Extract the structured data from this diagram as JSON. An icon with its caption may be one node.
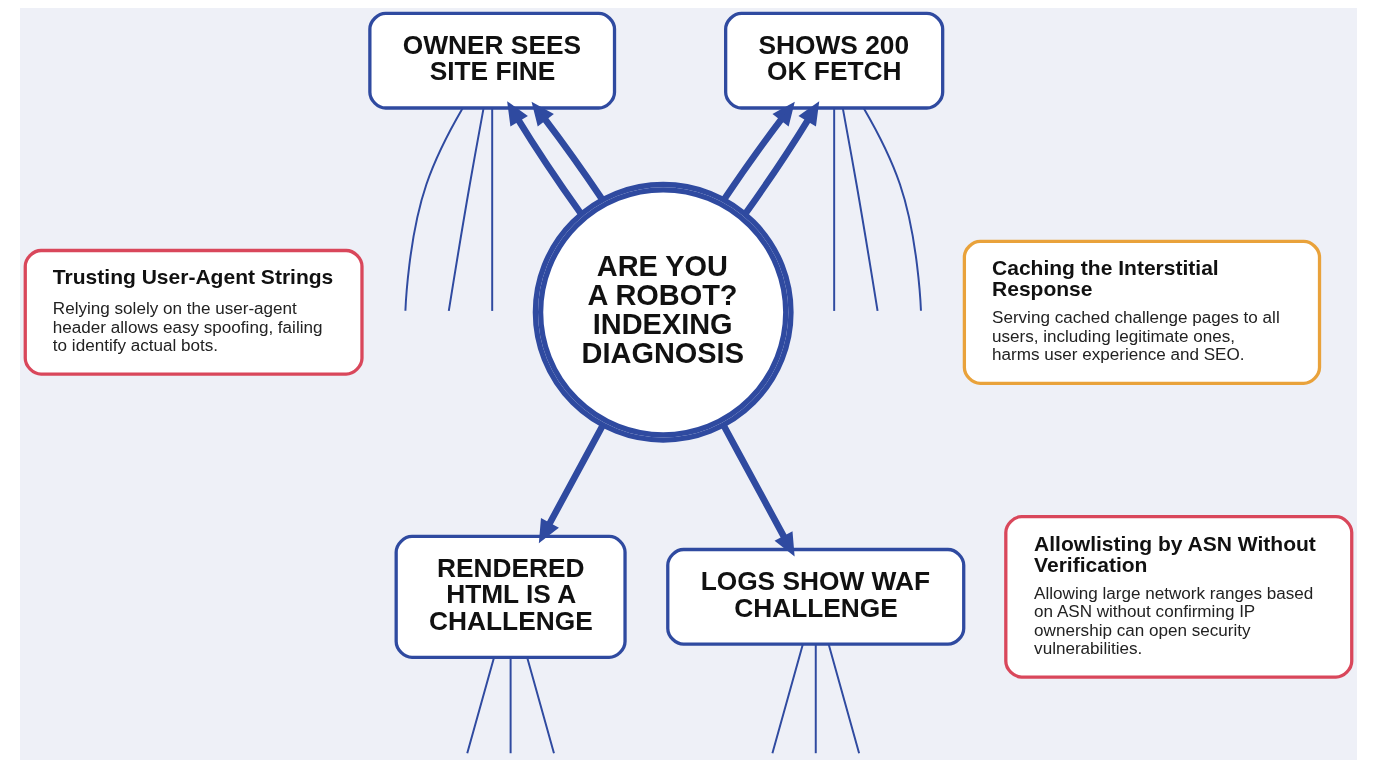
{
  "diagram": {
    "nodes": [
      {
        "text": [
          "OWNER SEES SITE FINE"
        ]
      },
      {
        "text": [
          "SHOWS 200 OK FETCH"
        ]
      },
      {
        "text": [
          "Trusting User-Agent Strings",
          "Relying solely on the user-agent header allows easy spoofing, failing to identify actual bots."
        ]
      },
      {
        "text": [
          "ARE YOU A ROBOT? INDEXING DIAGNOSIS"
        ]
      },
      {
        "text": [
          "Caching the Interstitial Response",
          "Serving cached challenge pages to all users, including legitimate ones, harms user experience and SEO."
        ]
      },
      {
        "text": [
          "RENDERED HTML IS A CHALLENGE"
        ]
      },
      {
        "text": [
          "LOGS SHOW WAF CHALLENGE"
        ]
      },
      {
        "text": [
          "Allowlisting by ASN Without Verification",
          "Allowing large network ranges based on ASN without confirming IP ownership can open security vulnerabilities."
        ]
      }
    ],
    "edges": [
      {
        "from": 3,
        "to": 0,
        "arrow": "to",
        "style": "thick"
      },
      {
        "from": 3,
        "to": 0,
        "arrow": "to",
        "style": "thick"
      },
      {
        "from": 3,
        "to": 1,
        "arrow": "to",
        "style": "thick"
      },
      {
        "from": 3,
        "to": 1,
        "arrow": "to",
        "style": "thick"
      },
      {
        "from": 3,
        "to": 5,
        "arrow": "to",
        "style": "thick"
      },
      {
        "from": 3,
        "to": 6,
        "arrow": "to",
        "style": "thick"
      },
      {
        "from": null,
        "to": 0,
        "arrow": "none"
      },
      {
        "from": null,
        "to": 0,
        "arrow": "none"
      },
      {
        "from": null,
        "to": 0,
        "arrow": "none"
      },
      {
        "from": 1,
        "to": null,
        "arrow": "none"
      },
      {
        "from": 1,
        "to": null,
        "arrow": "none"
      },
      {
        "from": 1,
        "to": null,
        "arrow": "none"
      },
      {
        "from": null,
        "to": 5,
        "arrow": "none"
      },
      {
        "from": null,
        "to": 5,
        "arrow": "none"
      },
      {
        "from": null,
        "to": 5,
        "arrow": "none"
      },
      {
        "from": 6,
        "to": null,
        "arrow": "none"
      },
      {
        "from": 6,
        "to": null,
        "arrow": "none"
      },
      {
        "from": 6,
        "to": null,
        "arrow": "none"
      }
    ]
  }
}
